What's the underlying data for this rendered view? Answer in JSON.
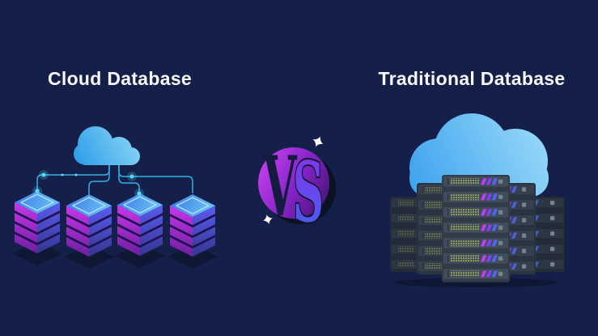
{
  "left": {
    "title": "Cloud Database",
    "stack_count": 4
  },
  "center": {
    "versus_v": "V",
    "versus_s": "S",
    "sparkle_count": 2
  },
  "right": {
    "title": "Traditional Database",
    "racks": [
      {
        "layer": "back",
        "units": 5
      },
      {
        "layer": "middle",
        "units": 6
      },
      {
        "layer": "front",
        "units": 7
      }
    ]
  },
  "palette": {
    "background": "#15204a",
    "title_text": "#f7f9fc",
    "connector": "#2fb0e6",
    "glow_dot": "#55d9f8",
    "cloud_left_start": "#2f9fe8",
    "cloud_left_end": "#93daf8",
    "cloud_right_start": "#3da2ee",
    "cloud_right_end": "#9bdbf9",
    "stack_top_start": "#3f7de8",
    "stack_top_end": "#6cc6f5",
    "stack_left_start": "#c936ea",
    "stack_left_end": "#6c1f9e",
    "stack_right_start": "#5a5cf0",
    "stack_right_end": "#33368f",
    "vs_circle_start": "#c840f0",
    "vs_circle_end": "#4c1377",
    "vs_shadow": "#0a1224",
    "vs_v": "#131c3f",
    "vs_s_start": "#8c2fe8",
    "vs_s_end": "#3f63f0",
    "sparkle": "#ffffff",
    "server_led": "#ccd75a",
    "server_led_dim": "#a0ac48",
    "server_led_faint": "#848f3c",
    "slash_magenta": "#c23ef2",
    "slash_purple": "#8440f2",
    "slash_blue": "#4a69f2",
    "rack_unit_front": "#424d5c",
    "rack_unit_mid": "#363f4d",
    "rack_unit_back": "#2d3743",
    "rack_body_front": "#323c49",
    "rack_body_mid": "#2a3440",
    "rack_body_back": "#222b37",
    "button_gray": "#76828f",
    "shadow": "#0e1734"
  }
}
